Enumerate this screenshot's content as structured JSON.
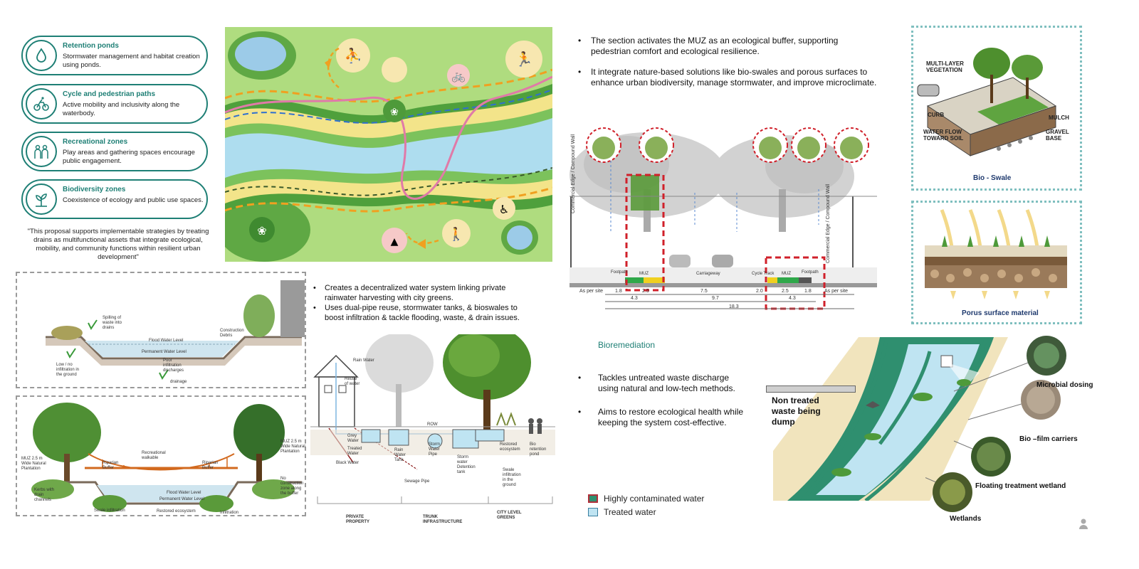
{
  "legend": [
    {
      "title": "Retention ponds",
      "desc": "Stormwater management and habitat creation using ponds.",
      "icon": "water-drop-icon"
    },
    {
      "title": "Cycle and pedestrian paths",
      "desc": "Active mobility and inclusivity along the waterbody.",
      "icon": "cyclist-icon"
    },
    {
      "title": "Recreational zones",
      "desc": "Play areas and gathering spaces encourage public engagement.",
      "icon": "people-icon"
    },
    {
      "title": "Biodiversity zones",
      "desc": "Coexistence of ecology and public use spaces.",
      "icon": "plant-icon"
    }
  ],
  "quote": "\"This proposal supports implementable strategies by treating drains as multifunctional assets that integrate ecological, mobility, and community functions within resilient urban development\"",
  "section_top": {
    "labels": {
      "spilling": "Spilling of waste into drains",
      "construction": "Construction Debris",
      "flood_level": "Flood Water Level",
      "permanent": "Permanent Water Level",
      "low_infil": "Low / no infiltration in the ground",
      "poor": "Poor infiltration discharges",
      "drainage": "drainage"
    }
  },
  "section_bottom": {
    "labels": {
      "muz_left": "MUZ 2.5 m Wide Natural Plantation",
      "muz_right": "MUZ 2.5 m Wide Natural Plantation",
      "riparian_l": "Riparian Buffer",
      "recreational": "Recreational walkable",
      "riparian_r": "Riparian Buffer",
      "flood_level": "Flood Water Level",
      "permanent": "Permanent Water Level",
      "kerbs": "Kerbs with drain channels",
      "swale": "Swale infiltration",
      "restored": "Restored ecosystem",
      "infiltration": "Infiltration",
      "no_construction": "No construction zone along the buffer"
    }
  },
  "water_system": {
    "bullets": [
      "Creates a decentralized water system linking private rainwater harvesting with city greens.",
      "Uses dual-pipe reuse, stormwater tanks, & bioswales to boost infiltration & tackle flooding, waste, & drain issues."
    ],
    "labels": {
      "rain_water": "Rain Water",
      "reuse": "Reuse of water",
      "grey_water": "Grey Water",
      "treated": "Treated Water",
      "black_water": "Black Water",
      "rain_water_tank": "Rain Water Tank",
      "storm_water_pipe": "Storm Water Pipe",
      "storm_water_tank": "Storm water Detention tank",
      "sewage_pipe": "Sewage Pipe",
      "row": "ROW",
      "restored_ecosystem": "Restored ecosystem",
      "bio_retention": "Bio retention pond",
      "swale_infil": "Swale infiltration in the ground",
      "private": "PRIVATE PROPERTY",
      "trunk": "TRUNK INFRASTRUCTURE",
      "city": "CITY LEVEL GREENS"
    }
  },
  "street_section": {
    "bullets": [
      "The section activates the  MUZ as an ecological buffer, supporting pedestrian comfort and ecological resilience.",
      "It integrate nature-based solutions like bio-swales and porous surfaces to enhance urban biodiversity, manage stormwater, and improve microclimate."
    ],
    "labels": {
      "wall_left": "Commercial Edge / Compound Wall",
      "wall_right": "Commercial Edge / Compound Wall",
      "footpath": "Footpath",
      "muz": "MUZ",
      "carriageway": "Carriageway",
      "cycle_track": "Cycle Track",
      "as_per_site_l": "As per site",
      "as_per_site_r": "As per site",
      "d1": "1.8",
      "d2": "2.5",
      "d3": "7.5",
      "d4": "2.0",
      "d5": "2.5",
      "d6": "1.8",
      "d7": "4.3",
      "d8": "9.7",
      "d9": "4.3",
      "d10": "18.3"
    }
  },
  "bio_swale": {
    "caption": "Bio - Swale",
    "labels": {
      "vegetation": "MULTI-LAYER VEGETATION",
      "curb": "CURB",
      "water": "WATER FLOW TOWARD SOIL",
      "mulch": "MULCH",
      "gravel": "GRAVEL BASE"
    }
  },
  "porous": {
    "caption": "Porus surface material"
  },
  "bioremediation": {
    "title": "Bioremediation",
    "bullets": [
      "Tackles untreated waste discharge using natural and low-tech methods.",
      "Aims to restore ecological health while keeping the system cost-effective."
    ],
    "legend": [
      {
        "label": "Highly  contaminated water",
        "color": "#2f8f6f",
        "border": "#b0303a"
      },
      {
        "label": "Treated water",
        "color": "#bfe4f2",
        "border": "#3a7fa0"
      }
    ],
    "waste_label": "Non treated waste being dump",
    "circles": [
      "Microbial dosing",
      "Bio –film carriers",
      "Floating treatment wetland",
      "Wetlands"
    ]
  },
  "colors": {
    "teal": "#1e7f75",
    "navy": "#1f3a6e",
    "red_dash": "#d0202a",
    "river": "#bfe4f2",
    "green": "#5aa84a"
  }
}
